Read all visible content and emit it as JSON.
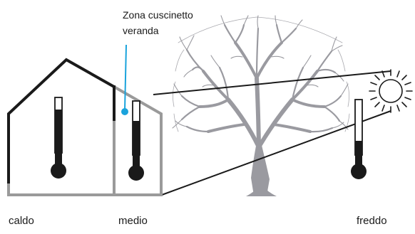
{
  "callout": {
    "line1": "Zona cuscinetto",
    "line2": "veranda",
    "color": "#1aa3dc"
  },
  "labels": {
    "warm": "caldo",
    "medium": "medio",
    "cold": "freddo"
  },
  "colors": {
    "dark": "#1a1a1a",
    "gray": "#9a9a9a",
    "tree": "#9a9aa0"
  },
  "icons": {
    "thermometers": [
      "thermometer-icon",
      "thermometer-icon",
      "thermometer-icon"
    ],
    "sun": "sun-icon",
    "tree": "tree-icon"
  }
}
